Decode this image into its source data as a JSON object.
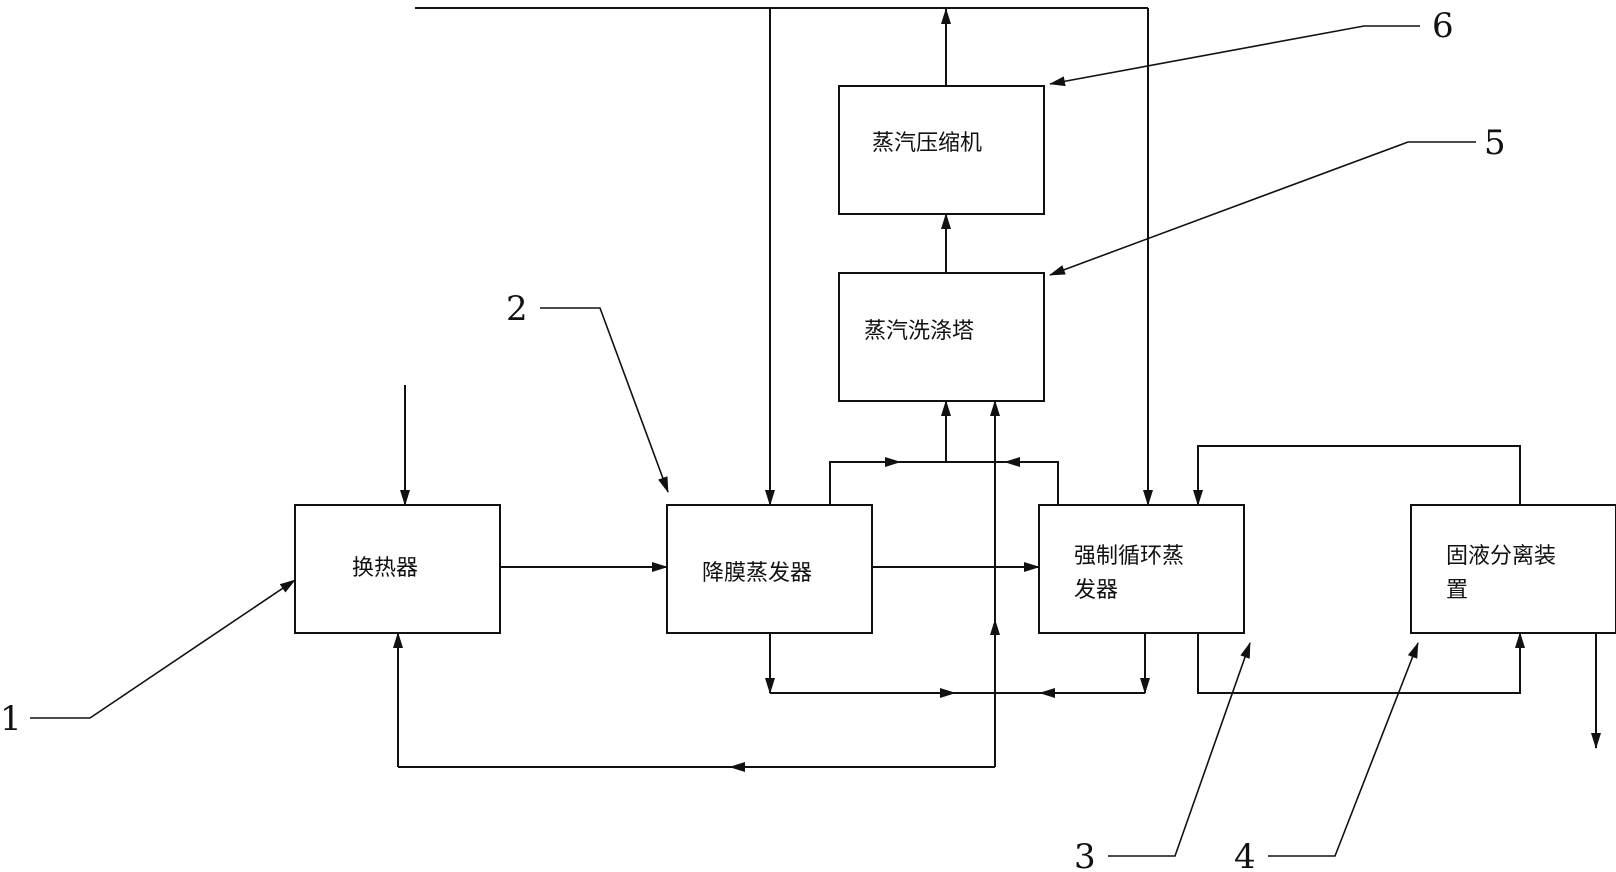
{
  "units": {
    "heat_exchanger": "换热器",
    "falling_film_evaporator": "降膜蒸发器",
    "forced_circulation_evaporator_line1": "强制循环蒸",
    "forced_circulation_evaporator_line2": "发器",
    "solid_liquid_separator_line1": "固液分离装",
    "solid_liquid_separator_line2": "置",
    "steam_scrubber": "蒸汽洗涤塔",
    "vapor_compressor": "蒸汽压缩机"
  },
  "reference_numbers": {
    "n1": "1",
    "n2": "2",
    "n3": "3",
    "n4": "4",
    "n5": "5",
    "n6": "6"
  },
  "colors": {
    "line": "#111111",
    "background": "#ffffff"
  }
}
